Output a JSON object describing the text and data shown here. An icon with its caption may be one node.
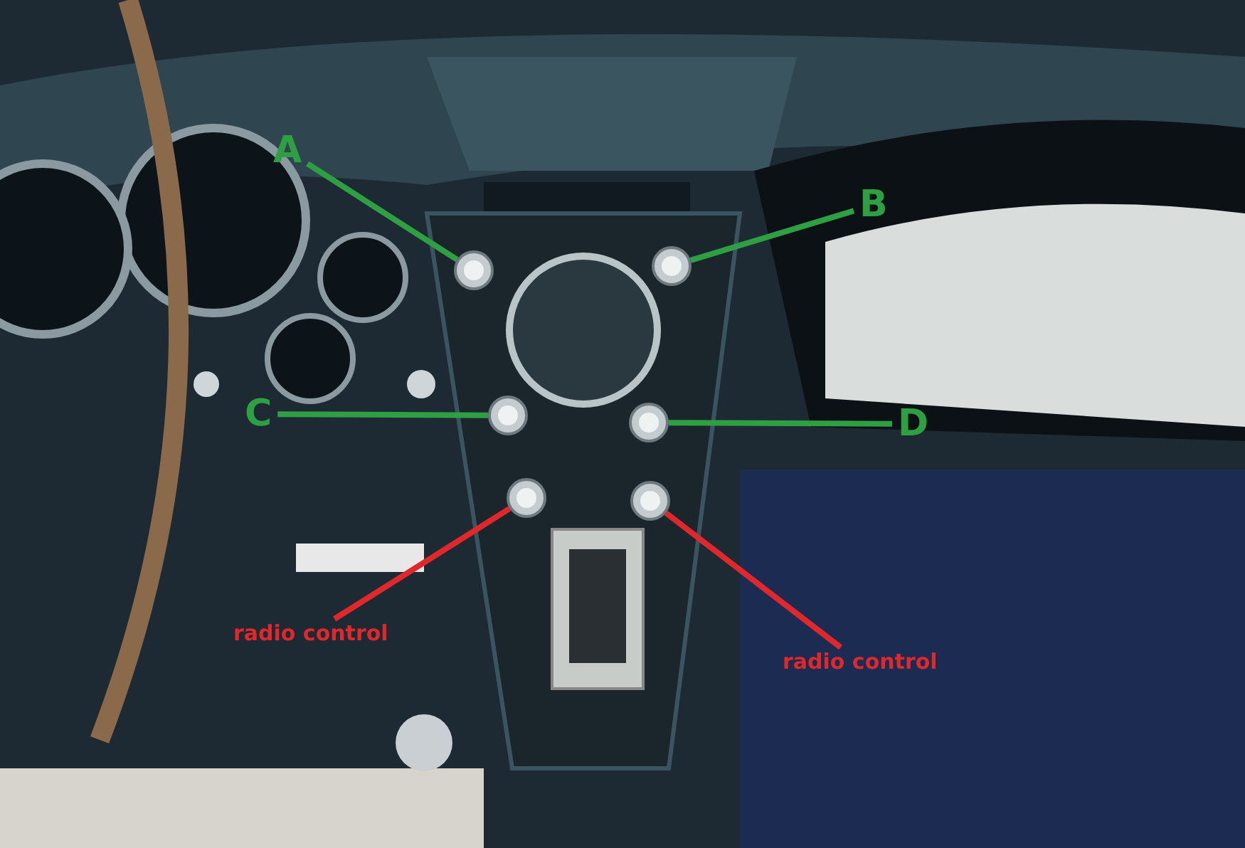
{
  "diagram": {
    "nodes": [
      {
        "text": [
          "A"
        ]
      },
      {
        "text": [],
        "shape": "circle"
      },
      {
        "text": [
          "B"
        ]
      },
      {
        "text": [],
        "shape": "circle"
      },
      {
        "text": [
          "C"
        ]
      },
      {
        "text": [],
        "shape": "circle"
      },
      {
        "text": [
          "D"
        ]
      },
      {
        "text": [],
        "shape": "circle"
      },
      {
        "text": [
          "radio control"
        ]
      },
      {
        "text": [],
        "shape": "circle"
      },
      {
        "text": [
          "radio control"
        ]
      },
      {
        "text": [],
        "shape": "circle"
      }
    ],
    "edges": [
      {
        "from": 0,
        "to": 1,
        "arrow": "none"
      },
      {
        "from": 2,
        "to": 3,
        "arrow": "none"
      },
      {
        "from": 4,
        "to": 5,
        "arrow": "none"
      },
      {
        "from": 6,
        "to": 7,
        "arrow": "none"
      },
      {
        "from": 8,
        "to": 9,
        "arrow": "none",
        "color": "#e0282c"
      },
      {
        "from": 10,
        "to": 11,
        "arrow": "none",
        "color": "#e0282c"
      }
    ]
  }
}
